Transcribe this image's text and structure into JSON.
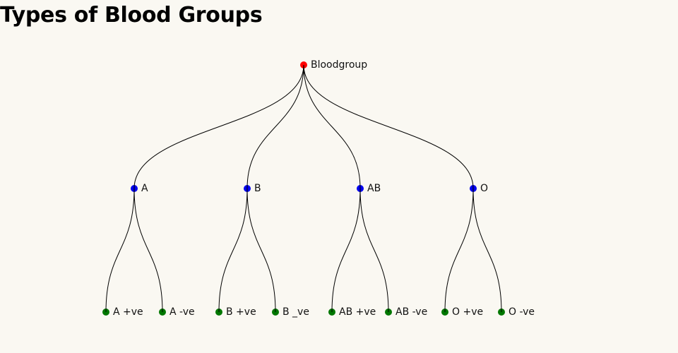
{
  "title": "Types of Blood Groups",
  "colors": {
    "root": "#ff0000",
    "group": "#0000ee",
    "leaf": "#007700",
    "link": "#000000",
    "background": "#faf8f2"
  },
  "tree": {
    "name": "Bloodgroup",
    "children": [
      {
        "name": "A",
        "children": [
          {
            "name": "A +ve"
          },
          {
            "name": "A -ve"
          }
        ]
      },
      {
        "name": "B",
        "children": [
          {
            "name": "B +ve"
          },
          {
            "name": "B _ve"
          }
        ]
      },
      {
        "name": "AB",
        "children": [
          {
            "name": "AB +ve"
          },
          {
            "name": "AB -ve"
          }
        ]
      },
      {
        "name": "O",
        "children": [
          {
            "name": "O +ve"
          },
          {
            "name": "O -ve"
          }
        ]
      }
    ]
  }
}
